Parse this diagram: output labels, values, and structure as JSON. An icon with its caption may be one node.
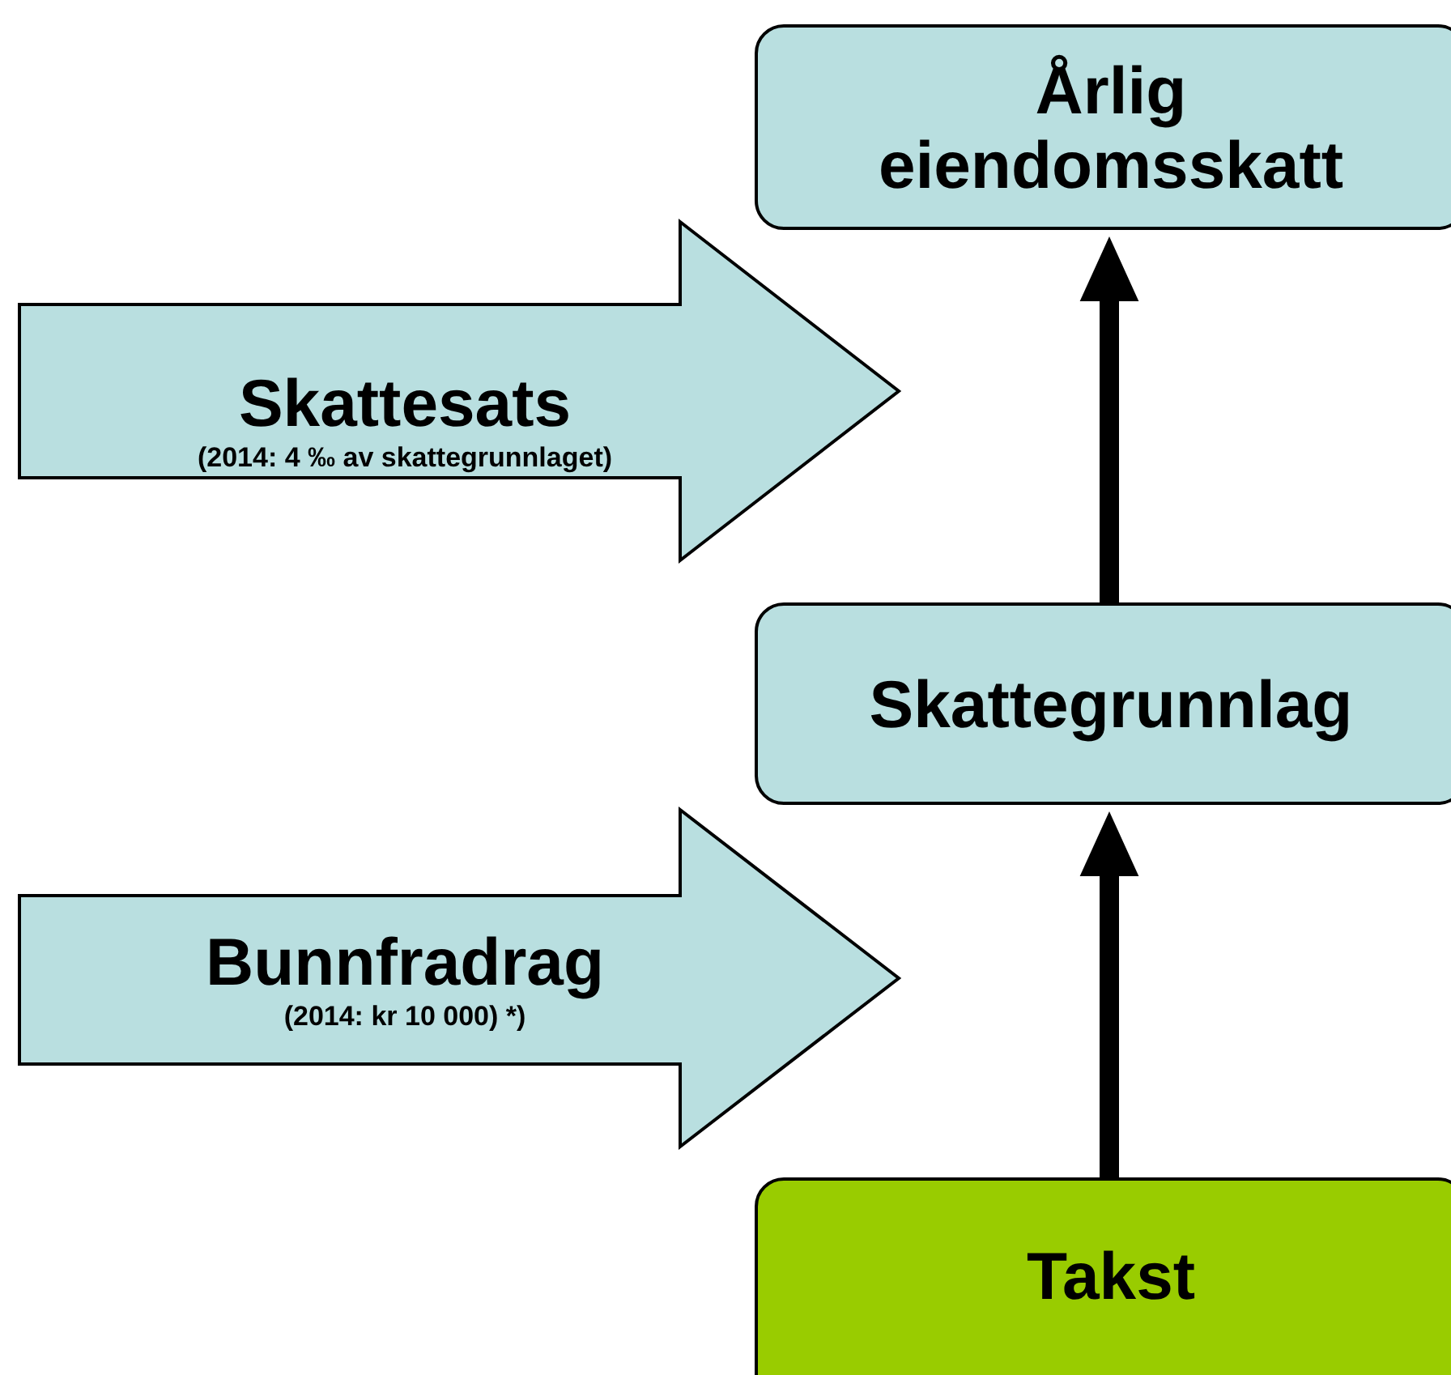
{
  "diagram": {
    "nodes": [
      {
        "text": [
          "Årlig eiendomsskatt"
        ]
      },
      {
        "text": [
          "Skattesats",
          "(2014: 4 ‰ av skattegrunnlaget)"
        ]
      },
      {
        "text": [
          "Skattegrunnlag"
        ]
      },
      {
        "text": [
          "Bunnfradrag",
          "(2014: kr 10 000) *)"
        ]
      },
      {
        "text": [
          "Takst"
        ]
      }
    ],
    "edges": [
      {
        "from": 4,
        "to": 2,
        "arrow": "to"
      },
      {
        "from": 2,
        "to": 0,
        "arrow": "to"
      }
    ]
  }
}
